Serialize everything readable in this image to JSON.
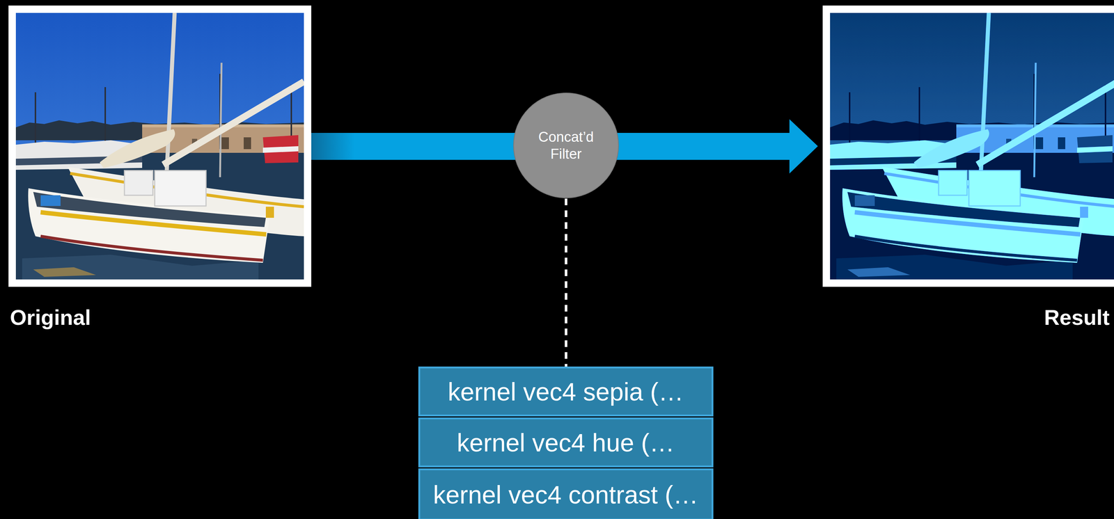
{
  "diagram": {
    "nodes": [
      {
        "text": [
          "Concat’d Filter"
        ]
      },
      {
        "text": [
          "kernel vec4 sepia (…"
        ]
      },
      {
        "text": [
          "kernel vec4 hue (…"
        ]
      },
      {
        "text": [
          "kernel vec4 contrast (…"
        ]
      }
    ],
    "edges": [
      {
        "from": 0,
        "to": 1,
        "arrow": "none"
      }
    ],
    "labels": [
      "Original",
      "Result"
    ]
  }
}
